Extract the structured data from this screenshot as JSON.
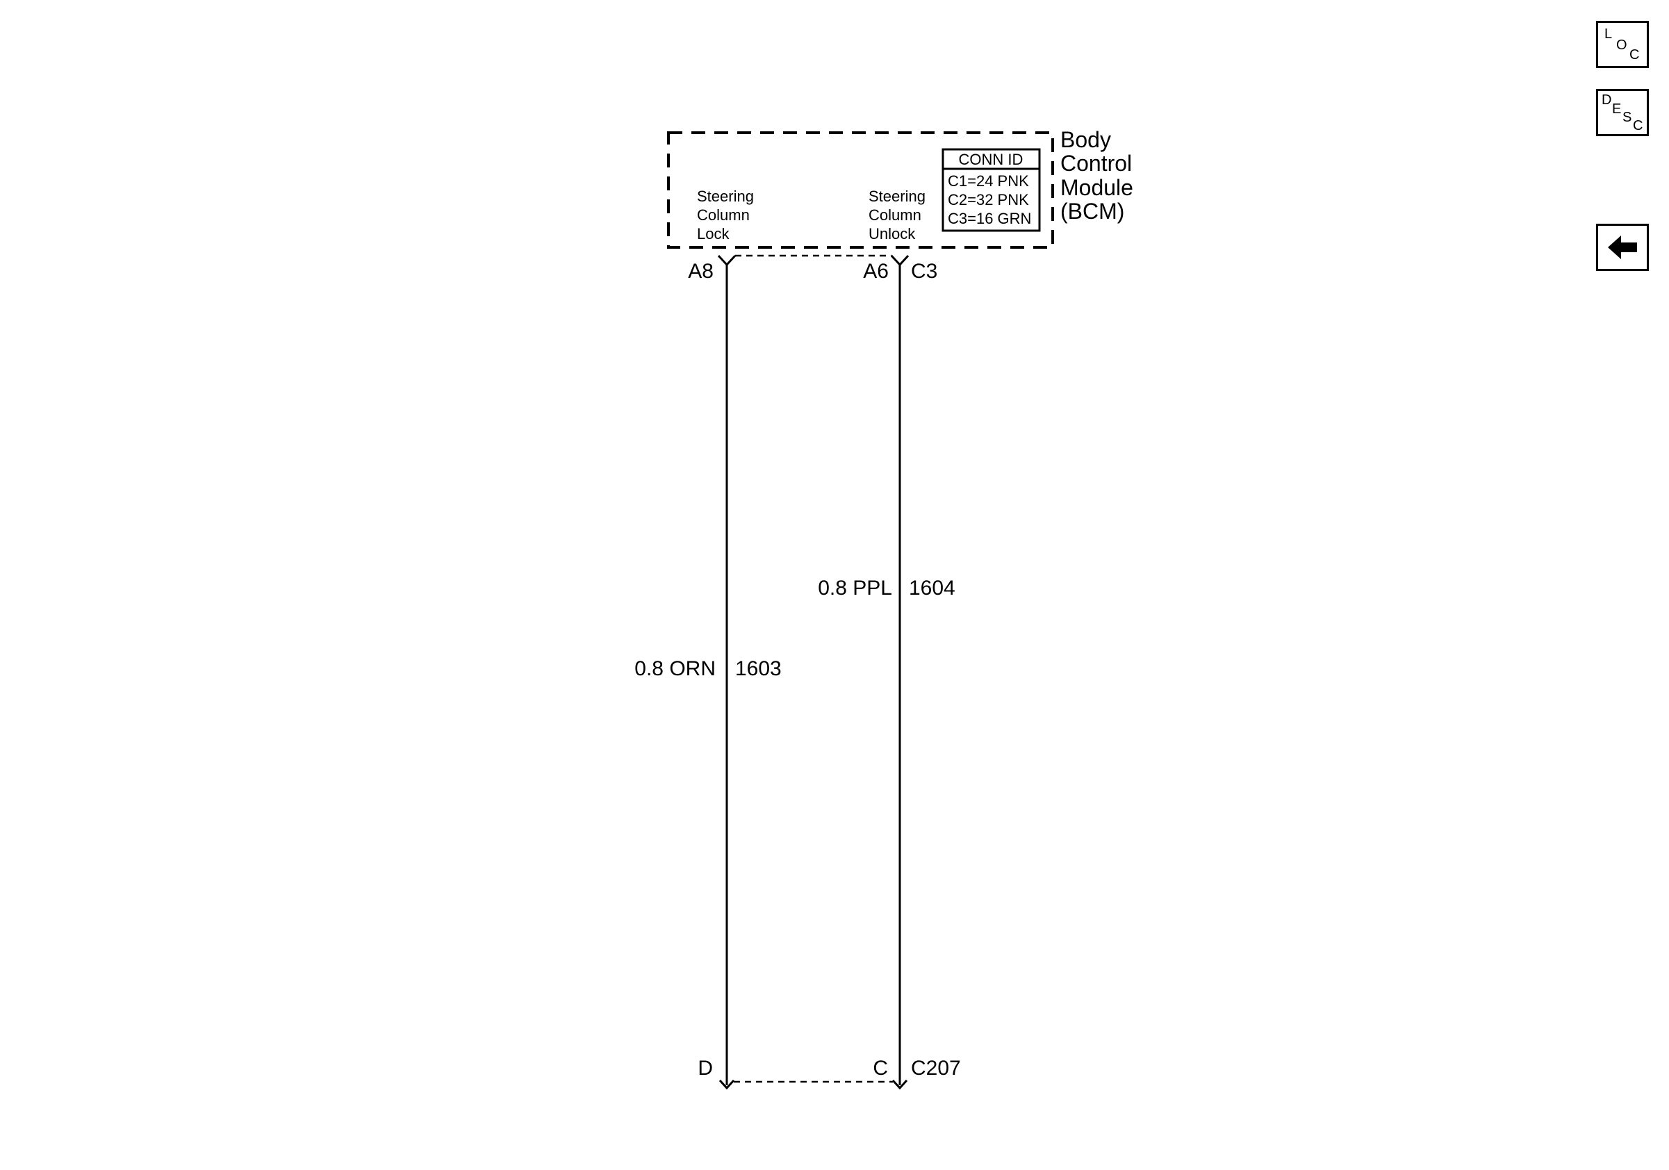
{
  "module": {
    "name_lines": [
      "Body",
      "Control",
      "Module",
      "(BCM)"
    ],
    "conn_id": {
      "title": "CONN ID",
      "rows": [
        "C1=24 PNK",
        "C2=32 PNK",
        "C3=16 GRN"
      ]
    },
    "functions": [
      {
        "lines": [
          "Steering",
          "Column",
          "Lock"
        ]
      },
      {
        "lines": [
          "Steering",
          "Column",
          "Unlock"
        ]
      }
    ]
  },
  "connector_top": {
    "id": "C3",
    "pins": [
      "A8",
      "A6"
    ]
  },
  "wires": [
    {
      "size_color": "0.8 ORN",
      "circuit": "1603"
    },
    {
      "size_color": "0.8 PPL",
      "circuit": "1604"
    }
  ],
  "connector_bottom": {
    "id": "C207",
    "pins": [
      "D",
      "C"
    ]
  },
  "nav": {
    "loc": {
      "l1": "L",
      "l2": "O",
      "l3": "C"
    },
    "desc": {
      "l1": "D",
      "l2": "E",
      "l3": "S",
      "l4": "C"
    },
    "back_icon": "left-arrow-icon"
  }
}
